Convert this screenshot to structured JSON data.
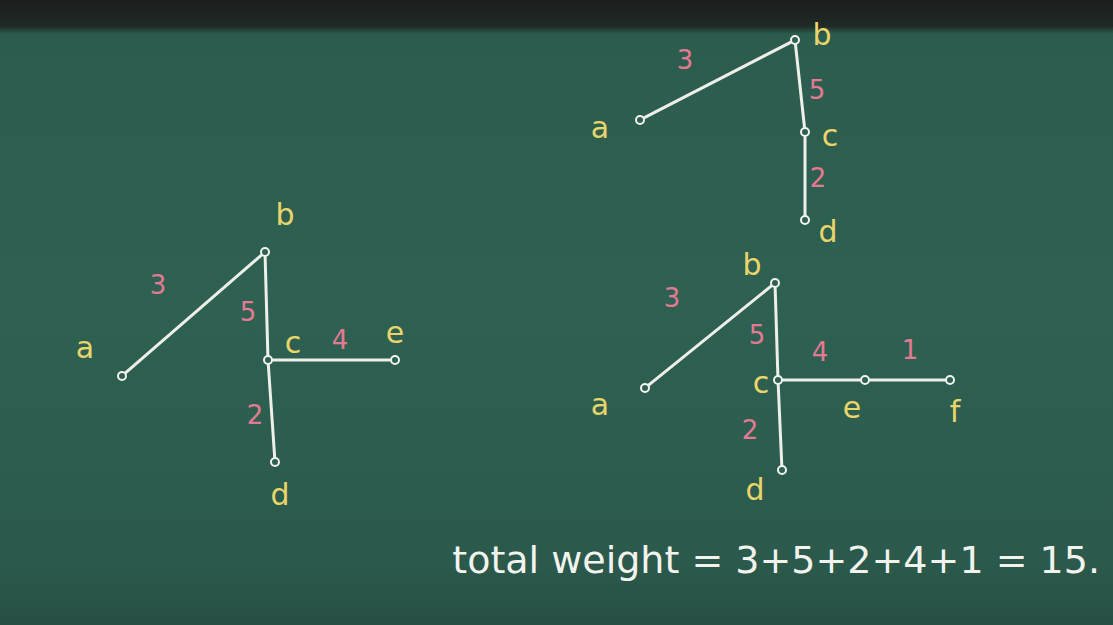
{
  "diagram": {
    "nodes": [
      {
        "text": [
          "a"
        ]
      },
      {
        "text": [
          "b"
        ]
      },
      {
        "text": [
          "c"
        ]
      },
      {
        "text": [
          "d"
        ]
      },
      {
        "text": [
          "a"
        ]
      },
      {
        "text": [
          "b"
        ]
      },
      {
        "text": [
          "c"
        ]
      },
      {
        "text": [
          "d"
        ]
      },
      {
        "text": [
          "e"
        ]
      },
      {
        "text": [
          "a"
        ]
      },
      {
        "text": [
          "b"
        ]
      },
      {
        "text": [
          "c"
        ]
      },
      {
        "text": [
          "d"
        ]
      },
      {
        "text": [
          "e"
        ]
      },
      {
        "text": [
          "f"
        ]
      }
    ],
    "edges": [
      {
        "from": 0,
        "to": 1,
        "arrow": "none",
        "label": "3"
      },
      {
        "from": 1,
        "to": 2,
        "arrow": "none",
        "label": "5"
      },
      {
        "from": 2,
        "to": 3,
        "arrow": "none",
        "label": "2"
      },
      {
        "from": 4,
        "to": 5,
        "arrow": "none",
        "label": "3"
      },
      {
        "from": 5,
        "to": 6,
        "arrow": "none",
        "label": "5"
      },
      {
        "from": 6,
        "to": 7,
        "arrow": "none",
        "label": "2"
      },
      {
        "from": 6,
        "to": 8,
        "arrow": "none",
        "label": "4"
      },
      {
        "from": 9,
        "to": 10,
        "arrow": "none",
        "label": "3"
      },
      {
        "from": 10,
        "to": 11,
        "arrow": "none",
        "label": "5"
      },
      {
        "from": 11,
        "to": 12,
        "arrow": "none",
        "label": "2"
      },
      {
        "from": 11,
        "to": 13,
        "arrow": "none",
        "label": "4"
      },
      {
        "from": 13,
        "to": 14,
        "arrow": "none",
        "label": "1"
      }
    ],
    "labels": [
      "total weight = 3+5+2+4+1 = 15."
    ]
  }
}
